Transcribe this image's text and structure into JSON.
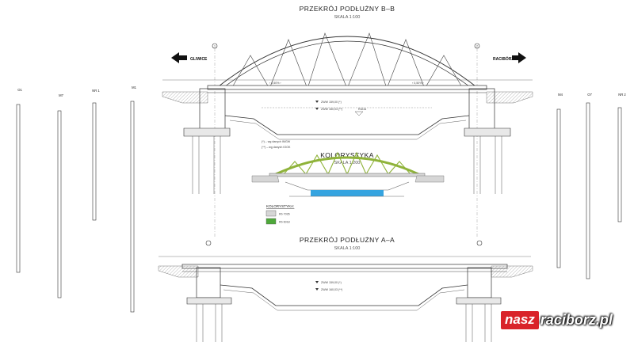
{
  "titles": {
    "section_bb": "PRZEKRÓJ PODŁUŻNY B–B",
    "section_bb_scale": "SKALA 1:100",
    "colors": "KOLORYSTYKA",
    "colors_scale": "SKALA 1:200",
    "section_aa": "PRZEKRÓJ PODŁUŻNY A–A",
    "section_aa_scale": "SKALA 1:100"
  },
  "directions": {
    "left": "GLIWICE",
    "right": "RACIBÓRZ"
  },
  "river_label": "RUDA",
  "levels": [
    "ZWW 159,00 (*)",
    "ZWW 160,03 (**)"
  ],
  "footnotes": [
    "(*) – wg danych IMGW",
    "(**) – wg danych IOOK"
  ],
  "legend": {
    "title": "KOLORYSTYKA:",
    "items": [
      {
        "label": "Rb 7035",
        "color": "#d6d6d6"
      },
      {
        "label": "Rb 6018",
        "color": "#4ea83a"
      }
    ]
  },
  "axis_marks": [
    "1",
    "2"
  ],
  "boreholes": {
    "left": [
      "O1",
      "M7",
      "NR 1",
      "M1"
    ],
    "right": [
      "M4",
      "O7",
      "NR 2"
    ]
  },
  "colors": {
    "arch": "#8fb33a",
    "water": "#35a4e0",
    "deck": "#d6d6d6",
    "badge": "#d9232a"
  },
  "watermark": {
    "prefix": "nasz",
    "site": "raciborz.pl"
  }
}
